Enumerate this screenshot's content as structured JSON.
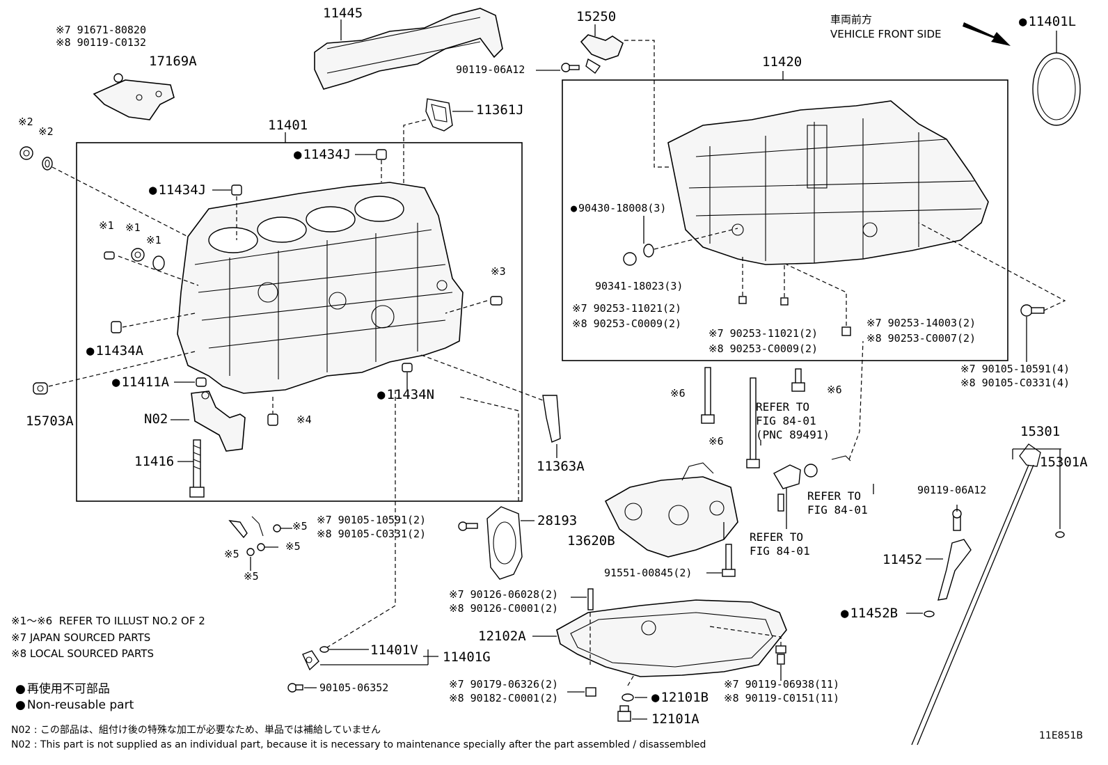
{
  "labels": {
    "p11445": "11445",
    "p15250": "15250",
    "note7_91671": "※7 91671-80820",
    "note8_90119": "※8 90119-C0132",
    "p17169a": "17169A",
    "p90119_06a12_top": "90119-06A12",
    "p11361j": "11361J",
    "p11401": "11401",
    "p11420": "11420",
    "p11401l": "11401L",
    "vehicle_front_jp": "車両前方",
    "vehicle_front_en": "VEHICLE FRONT SIDE",
    "p11434j_a": "11434J",
    "p11434j_b": "11434J",
    "x2_a": "※2",
    "x2_b": "※2",
    "x1_a": "※1",
    "x1_b": "※1",
    "x1_c": "※1",
    "x3": "※3",
    "p11434a": "11434A",
    "p11411a": "11411A",
    "p11434n": "11434N",
    "x4": "※4",
    "p15703a": "15703A",
    "n02": "N02",
    "p11416": "11416",
    "p11363a": "11363A",
    "p90430": "90430-18008(3)",
    "p90341": "90341-18023(3)",
    "p90253_11021_a": "※7 90253-11021(2)",
    "p90253_c0009_a": "※8 90253-C0009(2)",
    "p90253_11021_b": "※7 90253-11021(2)",
    "p90253_c0009_b": "※8 90253-C0009(2)",
    "p90253_14003": "※7 90253-14003(2)",
    "p90253_c0007": "※8 90253-C0007(2)",
    "p90105_10591_4": "※7 90105-10591(4)",
    "p90105_c0331_4": "※8 90105-C0331(4)",
    "x6_a": "※6",
    "x6_b": "※6",
    "x6_c": "※6",
    "refer_fig_pnc": "REFER TO\nFIG 84-01\n(PNC 89491)",
    "refer_fig_1": "REFER TO\nFIG 84-01",
    "refer_fig_2": "REFER TO\nFIG 84-01",
    "p15301": "15301",
    "p15301a": "15301A",
    "p90119_06a12_right": "90119-06A12",
    "p11452": "11452",
    "p11452b": "11452B",
    "x5_a": "※5",
    "x5_b": "※5",
    "x5_c": "※5",
    "x5_d": "※5",
    "p90105_10591_2": "※7 90105-10591(2)",
    "p90105_c0331_2": "※8 90105-C0331(2)",
    "p28193": "28193",
    "p13620b": "13620B",
    "p91551": "91551-00845(2)",
    "p90126_06028": "※7 90126-06028(2)",
    "p90126_c0001": "※8 90126-C0001(2)",
    "p12102a": "12102A",
    "p11401v": "11401V",
    "p11401g": "11401G",
    "p90105_06352": "90105-06352",
    "p90179": "※7 90179-06326(2)",
    "p90182": "※8 90182-C0001(2)",
    "p90119_06938": "※7 90119-06938(11)",
    "p90119_c0151": "※8 90119-C0151(11)",
    "p12101b": "12101B",
    "p12101a": "12101A",
    "note_refer": "※1～※6  REFER TO ILLUST NO.2 OF 2",
    "note_japan": "※7 JAPAN SOURCED PARTS",
    "note_local": "※8 LOCAL SOURCED PARTS",
    "legend_jp": "再使用不可部品",
    "legend_en": "Non-reusable part",
    "n02_note_jp": "N02 : この部品は、組付け後の特殊な加工が必要なため、単品では補給していません",
    "n02_note_en": "N02 : This part is not supplied as an individual part, because it is necessary to maintenance specially after the part assembled / disassembled",
    "figure_id": "11E851B"
  }
}
